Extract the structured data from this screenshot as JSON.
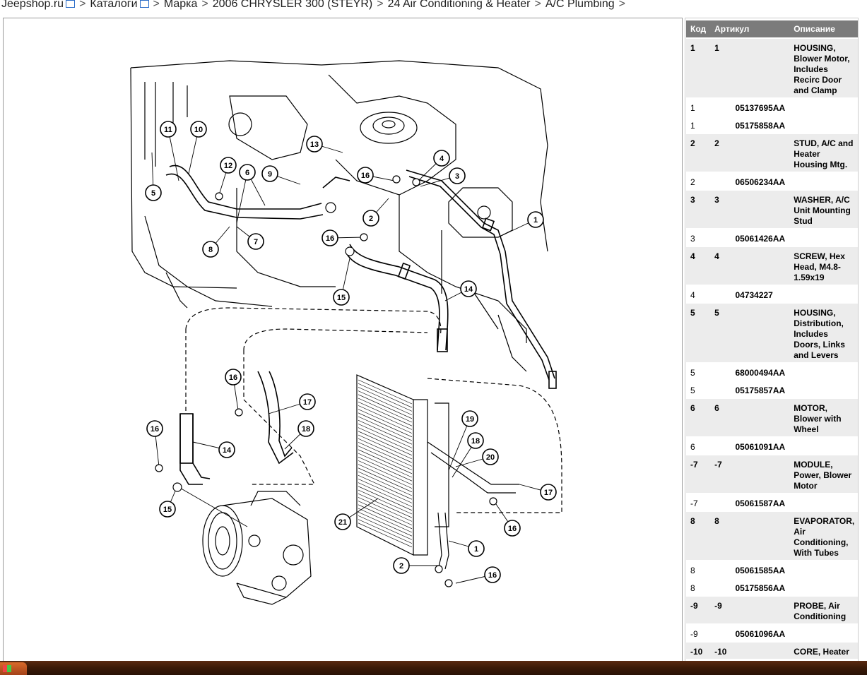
{
  "breadcrumb": {
    "items": [
      {
        "label": "Jeepshop.ru",
        "has_icon": true
      },
      {
        "label": "Каталоги",
        "has_icon": true
      },
      {
        "label": "Марка",
        "has_icon": false
      },
      {
        "label": "2006 CHRYSLER 300 (STEYR)",
        "has_icon": false
      },
      {
        "label": "24 Air Conditioning & Heater",
        "has_icon": false
      },
      {
        "label": "A/C Plumbing",
        "has_icon": false
      }
    ],
    "separator": ">"
  },
  "diagram": {
    "callouts": [
      "1",
      "2",
      "3",
      "4",
      "5",
      "6",
      "7",
      "8",
      "9",
      "10",
      "11",
      "12",
      "13",
      "14",
      "15",
      "16",
      "17",
      "18",
      "19",
      "20",
      "21"
    ]
  },
  "parts_table": {
    "headers": {
      "code": "Код",
      "article": "Артикул",
      "description": "Описание"
    },
    "rows": [
      {
        "type": "group",
        "code": "1",
        "sub": "1",
        "article": "",
        "desc": "HOUSING, Blower Motor, Includes Recirc Door and Clamp"
      },
      {
        "type": "item",
        "code": "1",
        "sub": "",
        "article": "05137695AA",
        "desc": ""
      },
      {
        "type": "item",
        "code": "1",
        "sub": "",
        "article": "05175858AA",
        "desc": ""
      },
      {
        "type": "group",
        "code": "2",
        "sub": "2",
        "article": "",
        "desc": "STUD, A/C and Heater Housing Mtg."
      },
      {
        "type": "item",
        "code": "2",
        "sub": "",
        "article": "06506234AA",
        "desc": ""
      },
      {
        "type": "group",
        "code": "3",
        "sub": "3",
        "article": "",
        "desc": "WASHER, A/C Unit Mounting Stud"
      },
      {
        "type": "item",
        "code": "3",
        "sub": "",
        "article": "05061426AA",
        "desc": ""
      },
      {
        "type": "group",
        "code": "4",
        "sub": "4",
        "article": "",
        "desc": "SCREW, Hex Head, M4.8-1.59x19"
      },
      {
        "type": "item",
        "code": "4",
        "sub": "",
        "article": "04734227",
        "desc": ""
      },
      {
        "type": "group",
        "code": "5",
        "sub": "5",
        "article": "",
        "desc": "HOUSING, Distribution, Includes Doors, Links and Levers"
      },
      {
        "type": "item",
        "code": "5",
        "sub": "",
        "article": "68000494AA",
        "desc": ""
      },
      {
        "type": "item",
        "code": "5",
        "sub": "",
        "article": "05175857AA",
        "desc": ""
      },
      {
        "type": "group",
        "code": "6",
        "sub": "6",
        "article": "",
        "desc": "MOTOR, Blower with Wheel"
      },
      {
        "type": "item",
        "code": "6",
        "sub": "",
        "article": "05061091AA",
        "desc": ""
      },
      {
        "type": "group",
        "code": "-7",
        "sub": "-7",
        "article": "",
        "desc": "MODULE, Power, Blower Motor"
      },
      {
        "type": "item",
        "code": "-7",
        "sub": "",
        "article": "05061587AA",
        "desc": ""
      },
      {
        "type": "group",
        "code": "8",
        "sub": "8",
        "article": "",
        "desc": "EVAPORATOR, Air Conditioning, With Tubes"
      },
      {
        "type": "item",
        "code": "8",
        "sub": "",
        "article": "05061585AA",
        "desc": ""
      },
      {
        "type": "item",
        "code": "8",
        "sub": "",
        "article": "05175856AA",
        "desc": ""
      },
      {
        "type": "group",
        "code": "-9",
        "sub": "-9",
        "article": "",
        "desc": "PROBE, Air Conditioning"
      },
      {
        "type": "item",
        "code": "-9",
        "sub": "",
        "article": "05061096AA",
        "desc": ""
      },
      {
        "type": "group",
        "code": "-10",
        "sub": "-10",
        "article": "",
        "desc": "CORE, Heater"
      }
    ]
  },
  "taskbar": {
    "start_icon": "windows-start-icon"
  }
}
